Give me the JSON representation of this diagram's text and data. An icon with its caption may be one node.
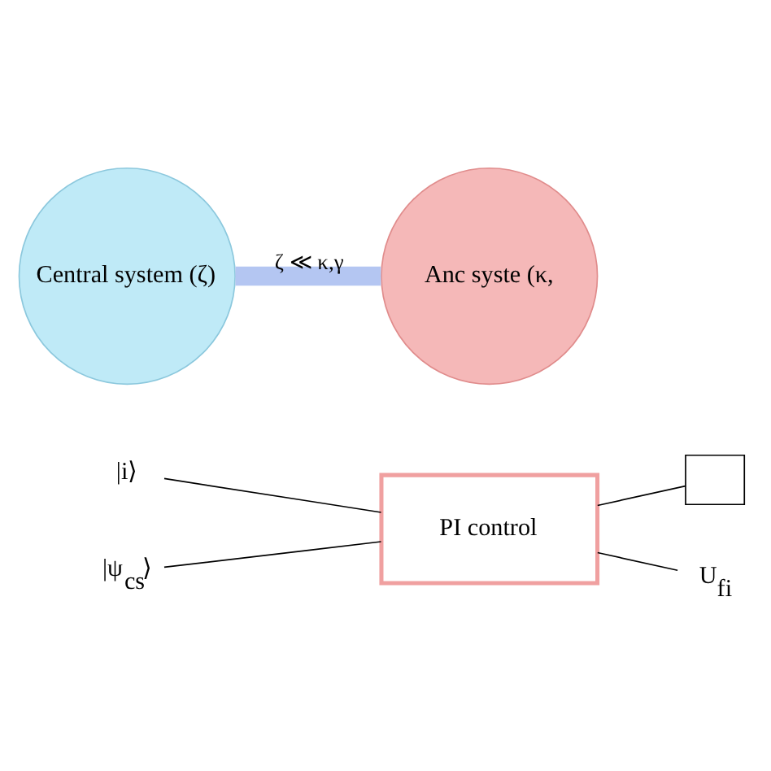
{
  "diagram": {
    "nodes": [
      {
        "text": [
          "Central system (ζ)"
        ]
      },
      {
        "text": [
          "Anc syste (κ,"
        ]
      },
      {
        "text": [
          "|ψ$_{cs}$⟩"
        ]
      },
      {
        "text": [
          "|i⟩"
        ]
      },
      {
        "text": [
          "PI control"
        ]
      },
      {
        "text": [
          "U$_{fi}$"
        ]
      },
      {
        "text": [],
        "shape": "box"
      }
    ],
    "edges": [
      {
        "from": 0,
        "to": 1,
        "arrow": "none",
        "label": "ζ ≪ κ,γ",
        "style": "thick",
        "color": "#b4c6f2"
      },
      {
        "from": 2,
        "to": 4,
        "arrow": "none"
      },
      {
        "from": 3,
        "to": 4,
        "arrow": "none"
      },
      {
        "from": 4,
        "to": 5,
        "arrow": "none"
      },
      {
        "from": 4,
        "to": 6,
        "arrow": "none"
      }
    ]
  }
}
